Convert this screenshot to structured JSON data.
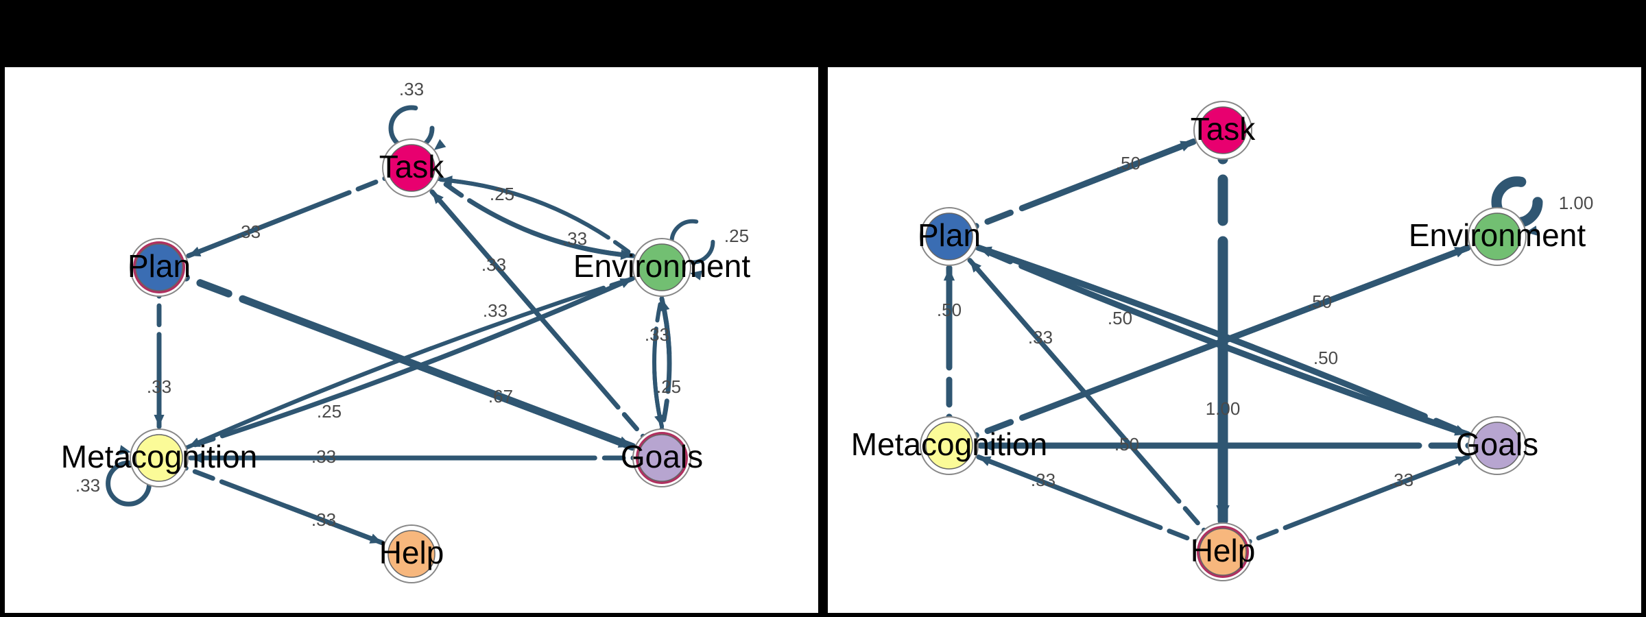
{
  "colors": {
    "background": "#000000",
    "panel": "#ffffff",
    "edge": "#2f5672",
    "label_text": "#4a4a4a",
    "node_task": "#e8006f",
    "node_plan": "#3a6db3",
    "node_environment": "#72bf72",
    "node_metacognition": "#fbfb98",
    "node_goals": "#b7a5d0",
    "node_help": "#f7b77d",
    "pie_accent": "#b03060"
  },
  "panels": [
    {
      "id": "left",
      "nodes": [
        {
          "id": "task",
          "label": "Task",
          "color": "#e8006f",
          "ring": "#ffffff"
        },
        {
          "id": "plan",
          "label": "Plan",
          "color": "#3a6db3",
          "ring": "#b03060"
        },
        {
          "id": "environment",
          "label": "Environment",
          "color": "#72bf72",
          "ring": "#ffffff"
        },
        {
          "id": "metacognition",
          "label": "Metacognition",
          "color": "#fbfb98",
          "ring": "#ffffff"
        },
        {
          "id": "goals",
          "label": "Goals",
          "color": "#b7a5d0",
          "ring": "#b03060"
        },
        {
          "id": "help",
          "label": "Help",
          "color": "#f7b77d",
          "ring": "#ffffff"
        }
      ],
      "edges": [
        {
          "from": "task",
          "to": "task",
          "label": ".33",
          "weight": 0.33,
          "self": true
        },
        {
          "from": "task",
          "to": "plan",
          "label": ".33",
          "weight": 0.33
        },
        {
          "from": "environment",
          "to": "task",
          "label": ".25",
          "weight": 0.25
        },
        {
          "from": "task",
          "to": "environment",
          "label": ".33",
          "weight": 0.33
        },
        {
          "from": "environment",
          "to": "environment",
          "label": ".25",
          "weight": 0.25,
          "self": true
        },
        {
          "from": "goals",
          "to": "task",
          "label": ".33",
          "weight": 0.33
        },
        {
          "from": "metacognition",
          "to": "environment",
          "label": ".33",
          "weight": 0.33
        },
        {
          "from": "environment",
          "to": "metacognition",
          "label": ".25",
          "weight": 0.25
        },
        {
          "from": "plan",
          "to": "metacognition",
          "label": ".33",
          "weight": 0.33
        },
        {
          "from": "plan",
          "to": "goals",
          "label": ".67",
          "weight": 0.67
        },
        {
          "from": "goals",
          "to": "environment",
          "label": ".33",
          "weight": 0.33
        },
        {
          "from": "environment",
          "to": "goals",
          "label": ".25",
          "weight": 0.25
        },
        {
          "from": "goals",
          "to": "metacognition",
          "label": ".33",
          "weight": 0.33
        },
        {
          "from": "metacognition",
          "to": "metacognition",
          "label": ".33",
          "weight": 0.33,
          "self": true
        },
        {
          "from": "metacognition",
          "to": "help",
          "label": ".33",
          "weight": 0.33
        }
      ]
    },
    {
      "id": "right",
      "nodes": [
        {
          "id": "task",
          "label": "Task",
          "color": "#e8006f",
          "ring": "#ffffff"
        },
        {
          "id": "plan",
          "label": "Plan",
          "color": "#3a6db3",
          "ring": "#ffffff"
        },
        {
          "id": "environment",
          "label": "Environment",
          "color": "#72bf72",
          "ring": "#ffffff"
        },
        {
          "id": "metacognition",
          "label": "Metacognition",
          "color": "#fbfb98",
          "ring": "#ffffff"
        },
        {
          "id": "goals",
          "label": "Goals",
          "color": "#b7a5d0",
          "ring": "#ffffff"
        },
        {
          "id": "help",
          "label": "Help",
          "color": "#f7b77d",
          "ring": "#b03060"
        }
      ],
      "edges": [
        {
          "from": "plan",
          "to": "task",
          "label": ".50",
          "weight": 0.5
        },
        {
          "from": "task",
          "to": "help",
          "label": "1.00",
          "weight": 1.0
        },
        {
          "from": "environment",
          "to": "environment",
          "label": "1.00",
          "weight": 1.0,
          "self": true
        },
        {
          "from": "metacognition",
          "to": "plan",
          "label": ".50",
          "weight": 0.5
        },
        {
          "from": "help",
          "to": "plan",
          "label": ".33",
          "weight": 0.33
        },
        {
          "from": "plan",
          "to": "goals",
          "label": ".50",
          "weight": 0.5
        },
        {
          "from": "goals",
          "to": "plan",
          "label": ".50",
          "weight": 0.5
        },
        {
          "from": "metacognition",
          "to": "environment",
          "label": ".50",
          "weight": 0.5
        },
        {
          "from": "goals",
          "to": "metacognition",
          "label": ".50",
          "weight": 0.5
        },
        {
          "from": "help",
          "to": "metacognition",
          "label": ".33",
          "weight": 0.33
        },
        {
          "from": "help",
          "to": "goals",
          "label": ".33",
          "weight": 0.33
        }
      ]
    }
  ]
}
